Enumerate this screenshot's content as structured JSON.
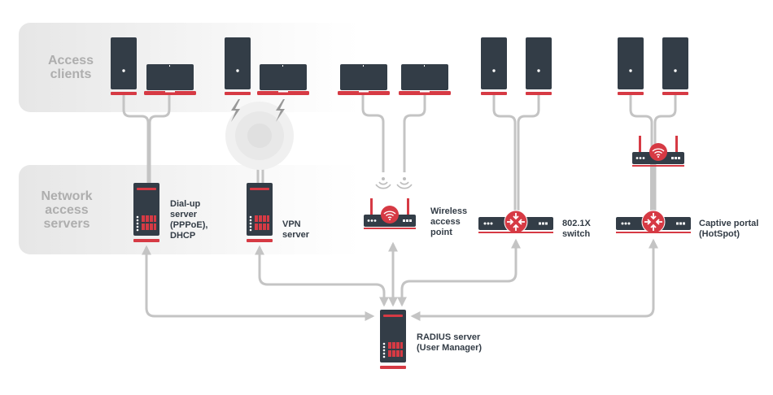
{
  "diagram": {
    "title": "RADIUS network access architecture",
    "colors": {
      "device_body": "#333d47",
      "accent_red": "#d63a44",
      "link_gray": "#c4c4c4",
      "band_gray": "#e8e8e8",
      "band_label": "#aeaeae",
      "label_text": "#333c46"
    },
    "bands": [
      {
        "id": "access-clients",
        "label_line1": "Access",
        "label_line2": "clients"
      },
      {
        "id": "network-access-servers",
        "label_line1": "Network",
        "label_line2": "access",
        "label_line3": "servers"
      }
    ],
    "groups": [
      {
        "id": "dialup",
        "clients": [
          "desktop",
          "laptop"
        ],
        "connection": "wired",
        "server_type": "server-tower",
        "label_lines": [
          "Dial-up",
          "server",
          "(PPPoE),",
          "DHCP"
        ]
      },
      {
        "id": "vpn",
        "clients": [
          "desktop",
          "laptop"
        ],
        "connection": "internet-cloud",
        "server_type": "server-tower",
        "label_lines": [
          "VPN",
          "server"
        ]
      },
      {
        "id": "wireless",
        "clients": [
          "laptop",
          "laptop"
        ],
        "connection": "wireless",
        "server_type": "wireless-router",
        "label_lines": [
          "Wireless",
          "access",
          "point"
        ]
      },
      {
        "id": "dot1x",
        "clients": [
          "desktop",
          "desktop"
        ],
        "connection": "wired",
        "server_type": "switch",
        "label_lines": [
          "802.1X",
          "switch"
        ]
      },
      {
        "id": "hotspot",
        "clients": [
          "desktop",
          "desktop"
        ],
        "connection": "wired-via-wireless-router",
        "server_type": "switch",
        "label_lines": [
          "Captive portal",
          "(HotSpot)"
        ]
      }
    ],
    "radius": {
      "label_line1": "RADIUS server",
      "label_line2": "(User Manager)"
    },
    "edges": [
      {
        "from": "dialup",
        "to": "radius",
        "direction": "bidirectional"
      },
      {
        "from": "vpn",
        "to": "radius",
        "direction": "bidirectional"
      },
      {
        "from": "wireless",
        "to": "radius",
        "direction": "bidirectional"
      },
      {
        "from": "dot1x",
        "to": "radius",
        "direction": "bidirectional"
      },
      {
        "from": "hotspot",
        "to": "radius",
        "direction": "bidirectional"
      }
    ]
  }
}
